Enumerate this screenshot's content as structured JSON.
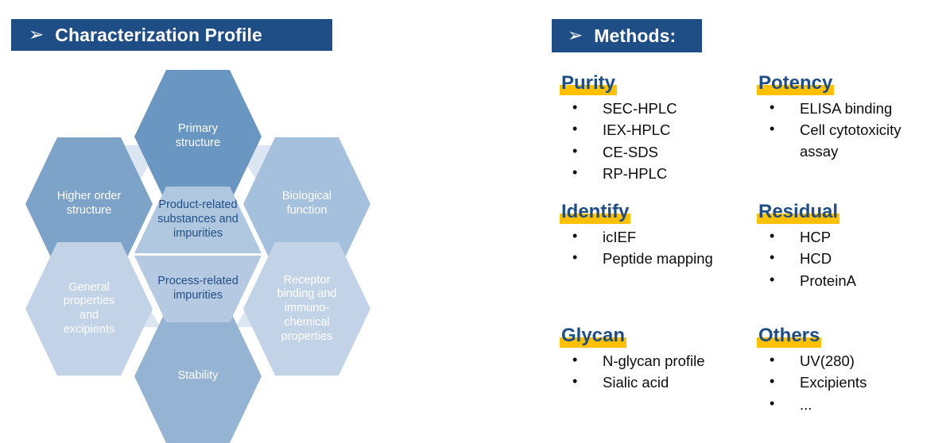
{
  "slide": {
    "background": "#ffffff",
    "accent_blue": "#1F4E87",
    "highlight_yellow": "#FFC000"
  },
  "banners": {
    "profile": {
      "arrow": "➢",
      "title": "Characterization Profile"
    },
    "methods": {
      "arrow": "➢",
      "title": "Methods:"
    }
  },
  "hex_diagram": {
    "outer": [
      {
        "id": "primary-structure",
        "label": "Primary\nstructure",
        "color": "#6A97C2"
      },
      {
        "id": "biological-function",
        "label": "Biological\nfunction",
        "color": "#A5C0DC"
      },
      {
        "id": "receptor-binding",
        "label": "Receptor\nbinding and\nimmuno-\nchemical\nproperties",
        "color": "#C2D3E8"
      },
      {
        "id": "stability",
        "label": "Stability",
        "color": "#95B4D4"
      },
      {
        "id": "general-properties",
        "label": "General\nproperties\nand\nexcipients",
        "color": "#C2D3E8"
      },
      {
        "id": "higher-order",
        "label": "Higher order\nstructure",
        "color": "#7EA3C8"
      }
    ],
    "center": [
      {
        "id": "product-related",
        "label": "Product-related\nsubstances and\nimpurities",
        "color": "#AFC8E0"
      },
      {
        "id": "process-related",
        "label": "Process-related\nimpurities",
        "color": "#B5CAE2"
      }
    ],
    "connector_color": "#DCE6F2"
  },
  "methods": {
    "categories": [
      {
        "id": "purity",
        "title": "Purity",
        "items": [
          "SEC-HPLC",
          "IEX-HPLC",
          "CE-SDS",
          "RP-HPLC"
        ]
      },
      {
        "id": "potency",
        "title": "Potency",
        "items": [
          "ELISA binding",
          "Cell cytotoxicity assay"
        ]
      },
      {
        "id": "identify",
        "title": "Identify",
        "items": [
          "icIEF",
          "Peptide mapping"
        ]
      },
      {
        "id": "residual",
        "title": "Residual",
        "items": [
          "HCP",
          "HCD",
          "ProteinA"
        ]
      },
      {
        "id": "glycan",
        "title": "Glycan",
        "items": [
          "N-glycan profile",
          "Sialic acid"
        ]
      },
      {
        "id": "others",
        "title": "Others",
        "items": [
          "UV(280)",
          "Excipients",
          "..."
        ]
      }
    ],
    "bullet": "•"
  }
}
